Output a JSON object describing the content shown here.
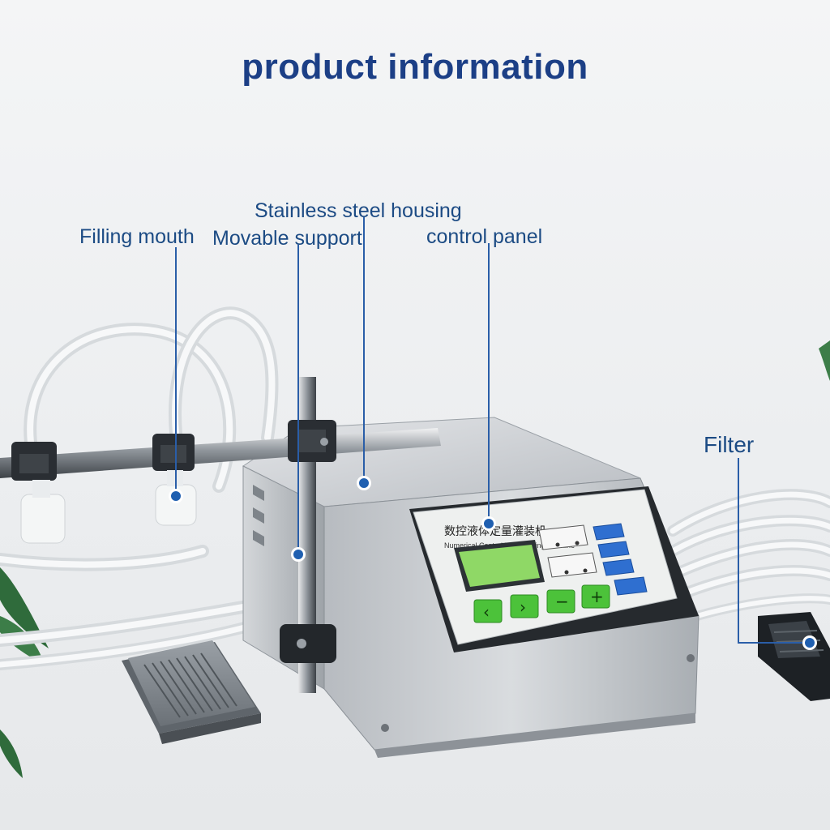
{
  "title": "product information",
  "callouts": {
    "filling_mouth": "Filling mouth",
    "movable_support": "Movable support",
    "stainless_steel_housing": "Stainless steel housing",
    "control_panel": "control panel",
    "filter": "Filter"
  },
  "panel": {
    "heading_cn": "数控液体定量灌装机",
    "heading_en": "Numerical Control Liquid Filling Machine"
  },
  "colors": {
    "title": "#1c3f86",
    "label": "#1c4b84",
    "callout_line": "#2a5ea8",
    "callout_dot": "#1f5fb0",
    "lcd": "#7fd35a",
    "key_green": "#4cc23a",
    "key_blue": "#2f6fd0",
    "housing": "#c9cdd1"
  }
}
